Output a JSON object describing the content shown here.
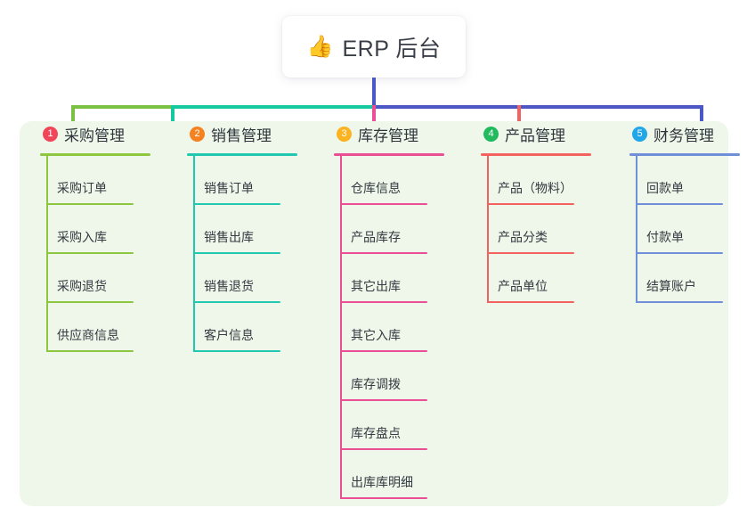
{
  "root": {
    "icon": "thumbs-up-icon",
    "icon_glyph": "👍",
    "title": "ERP 后台"
  },
  "panel": {
    "background_color": "#eef7e9"
  },
  "connector_colors": {
    "root_stem": "#4b57c4",
    "bus_segment_1": "#7ac143",
    "bus_segment_2": "#14c9a0",
    "bus_segment_3": "#4b57c4",
    "drop_1": "#7ac143",
    "drop_2": "#14c9a0",
    "drop_3": "#ec4e96",
    "drop_4": "#f4625f",
    "drop_5": "#4b57c4"
  },
  "columns": [
    {
      "number": "1",
      "title": "采购管理",
      "badge_color": "#f0465a",
      "line_color": "#8dc63f",
      "items": [
        {
          "label": "采购订单"
        },
        {
          "label": "采购入库"
        },
        {
          "label": "采购退货"
        },
        {
          "label": "供应商信息"
        }
      ]
    },
    {
      "number": "2",
      "title": "销售管理",
      "badge_color": "#f58220",
      "line_color": "#21c8b0",
      "items": [
        {
          "label": "销售订单"
        },
        {
          "label": "销售出库"
        },
        {
          "label": "销售退货"
        },
        {
          "label": "客户信息"
        }
      ]
    },
    {
      "number": "3",
      "title": "库存管理",
      "badge_color": "#fcb322",
      "line_color": "#ec4e96",
      "items": [
        {
          "label": "仓库信息"
        },
        {
          "label": "产品库存"
        },
        {
          "label": "其它出库"
        },
        {
          "label": "其它入库"
        },
        {
          "label": "库存调拨"
        },
        {
          "label": "库存盘点"
        },
        {
          "label": "出库库明细"
        }
      ]
    },
    {
      "number": "4",
      "title": "产品管理",
      "badge_color": "#22ba5e",
      "line_color": "#f4625f",
      "items": [
        {
          "label": "产品（物料）"
        },
        {
          "label": "产品分类"
        },
        {
          "label": "产品单位"
        }
      ]
    },
    {
      "number": "5",
      "title": "财务管理",
      "badge_color": "#21a6e8",
      "line_color": "#6f90d8",
      "items": [
        {
          "label": "回款单"
        },
        {
          "label": "付款单"
        },
        {
          "label": "结算账户"
        }
      ]
    }
  ]
}
